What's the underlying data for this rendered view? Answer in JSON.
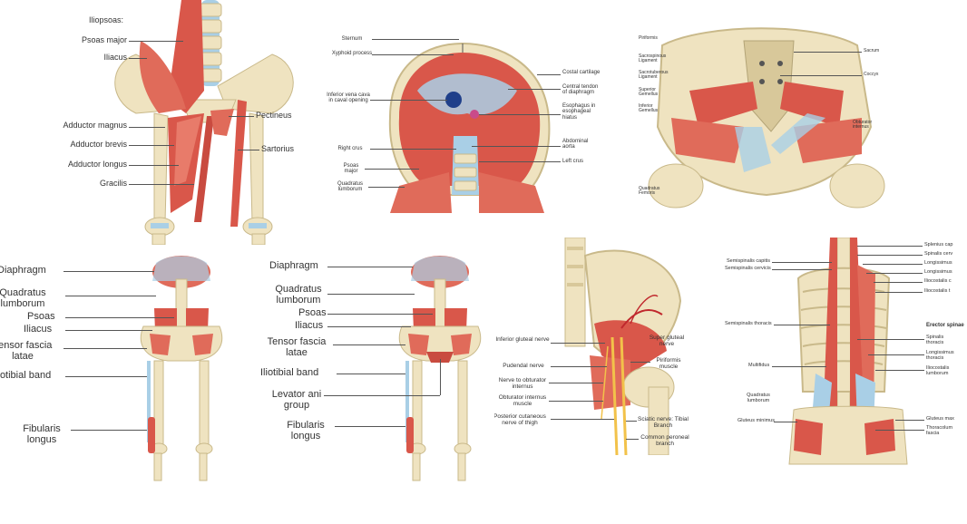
{
  "panels": {
    "hip_front": {
      "heading": "Iliopsoas:",
      "labels": [
        "Psoas major",
        "Iliacus",
        "Adductor magnus",
        "Adductor brevis",
        "Adductor longus",
        "Gracilis",
        "Pectineus",
        "Sartorius"
      ]
    },
    "diaphragm": {
      "labels": [
        "Sternum",
        "Xyphoid process",
        "Inferior vena cava in caval opening",
        "Right crus",
        "Psoas major",
        "Quadratus lumborum",
        "Costal cartilage",
        "Central tendon of diaphragm",
        "Esophagus in esophageal hiatus",
        "Abdominal aorta",
        "Left crus"
      ]
    },
    "pelvis_deep": {
      "labels": [
        "Piriformis",
        "Sacrospinous Ligament",
        "Sacrotuberous Ligament",
        "Superior Gemellus",
        "Inferior Gemellus",
        "Quadratus Femoris",
        "Sacrum",
        "Coccyx",
        "Obturator internus"
      ]
    },
    "skeleton_left": {
      "labels": [
        "Diaphragm",
        "Quadratus lumborum",
        "Psoas",
        "Iliacus",
        "Tensor fascia latae",
        "Iliotibial band",
        "Fibularis longus"
      ]
    },
    "skeleton_mid": {
      "labels": [
        "Diaphragm",
        "Quadratus lumborum",
        "Psoas",
        "Iliacus",
        "Tensor fascia latae",
        "Iliotibial band",
        "Levator ani group",
        "Fibularis longus"
      ]
    },
    "gluteal_nerves": {
      "labels": [
        "Inferior gluteal nerve",
        "Pudendal nerve",
        "Nerve to obturator internus",
        "Obturator internus muscle",
        "Posterior cutaneous nerve of thigh",
        "Super gluteal nerve",
        "Piriformis muscle",
        "Sciatic nerve: Tibial Branch",
        "Common peroneal branch"
      ]
    },
    "back": {
      "heading": "Erector spinae",
      "labels_left": [
        "Semispinalis capitis",
        "Semispinalis cervicis",
        "Semispinalis thoracis",
        "Multifidus",
        "Quadratus lumborum",
        "Gluteus minimus"
      ],
      "labels_right": [
        "Splenius cap",
        "Spinalis cerv",
        "Longissimus",
        "Longissimus",
        "Iliocostalis c",
        "Iliocostalis t",
        "Spinalis thoracis",
        "Longissimus thoracis",
        "Iliocostalis lumborum",
        "Gluteus max",
        "Thoracolum fascia"
      ]
    }
  },
  "colors": {
    "muscle": "#d9574a",
    "muscle_light": "#ee8a78",
    "bone": "#efe3c0",
    "bone_shade": "#d8c89a",
    "cartilage": "#a9cfe6",
    "nerve": "#f2c24a",
    "vessel": "#c0282d",
    "leader": "#555555"
  }
}
